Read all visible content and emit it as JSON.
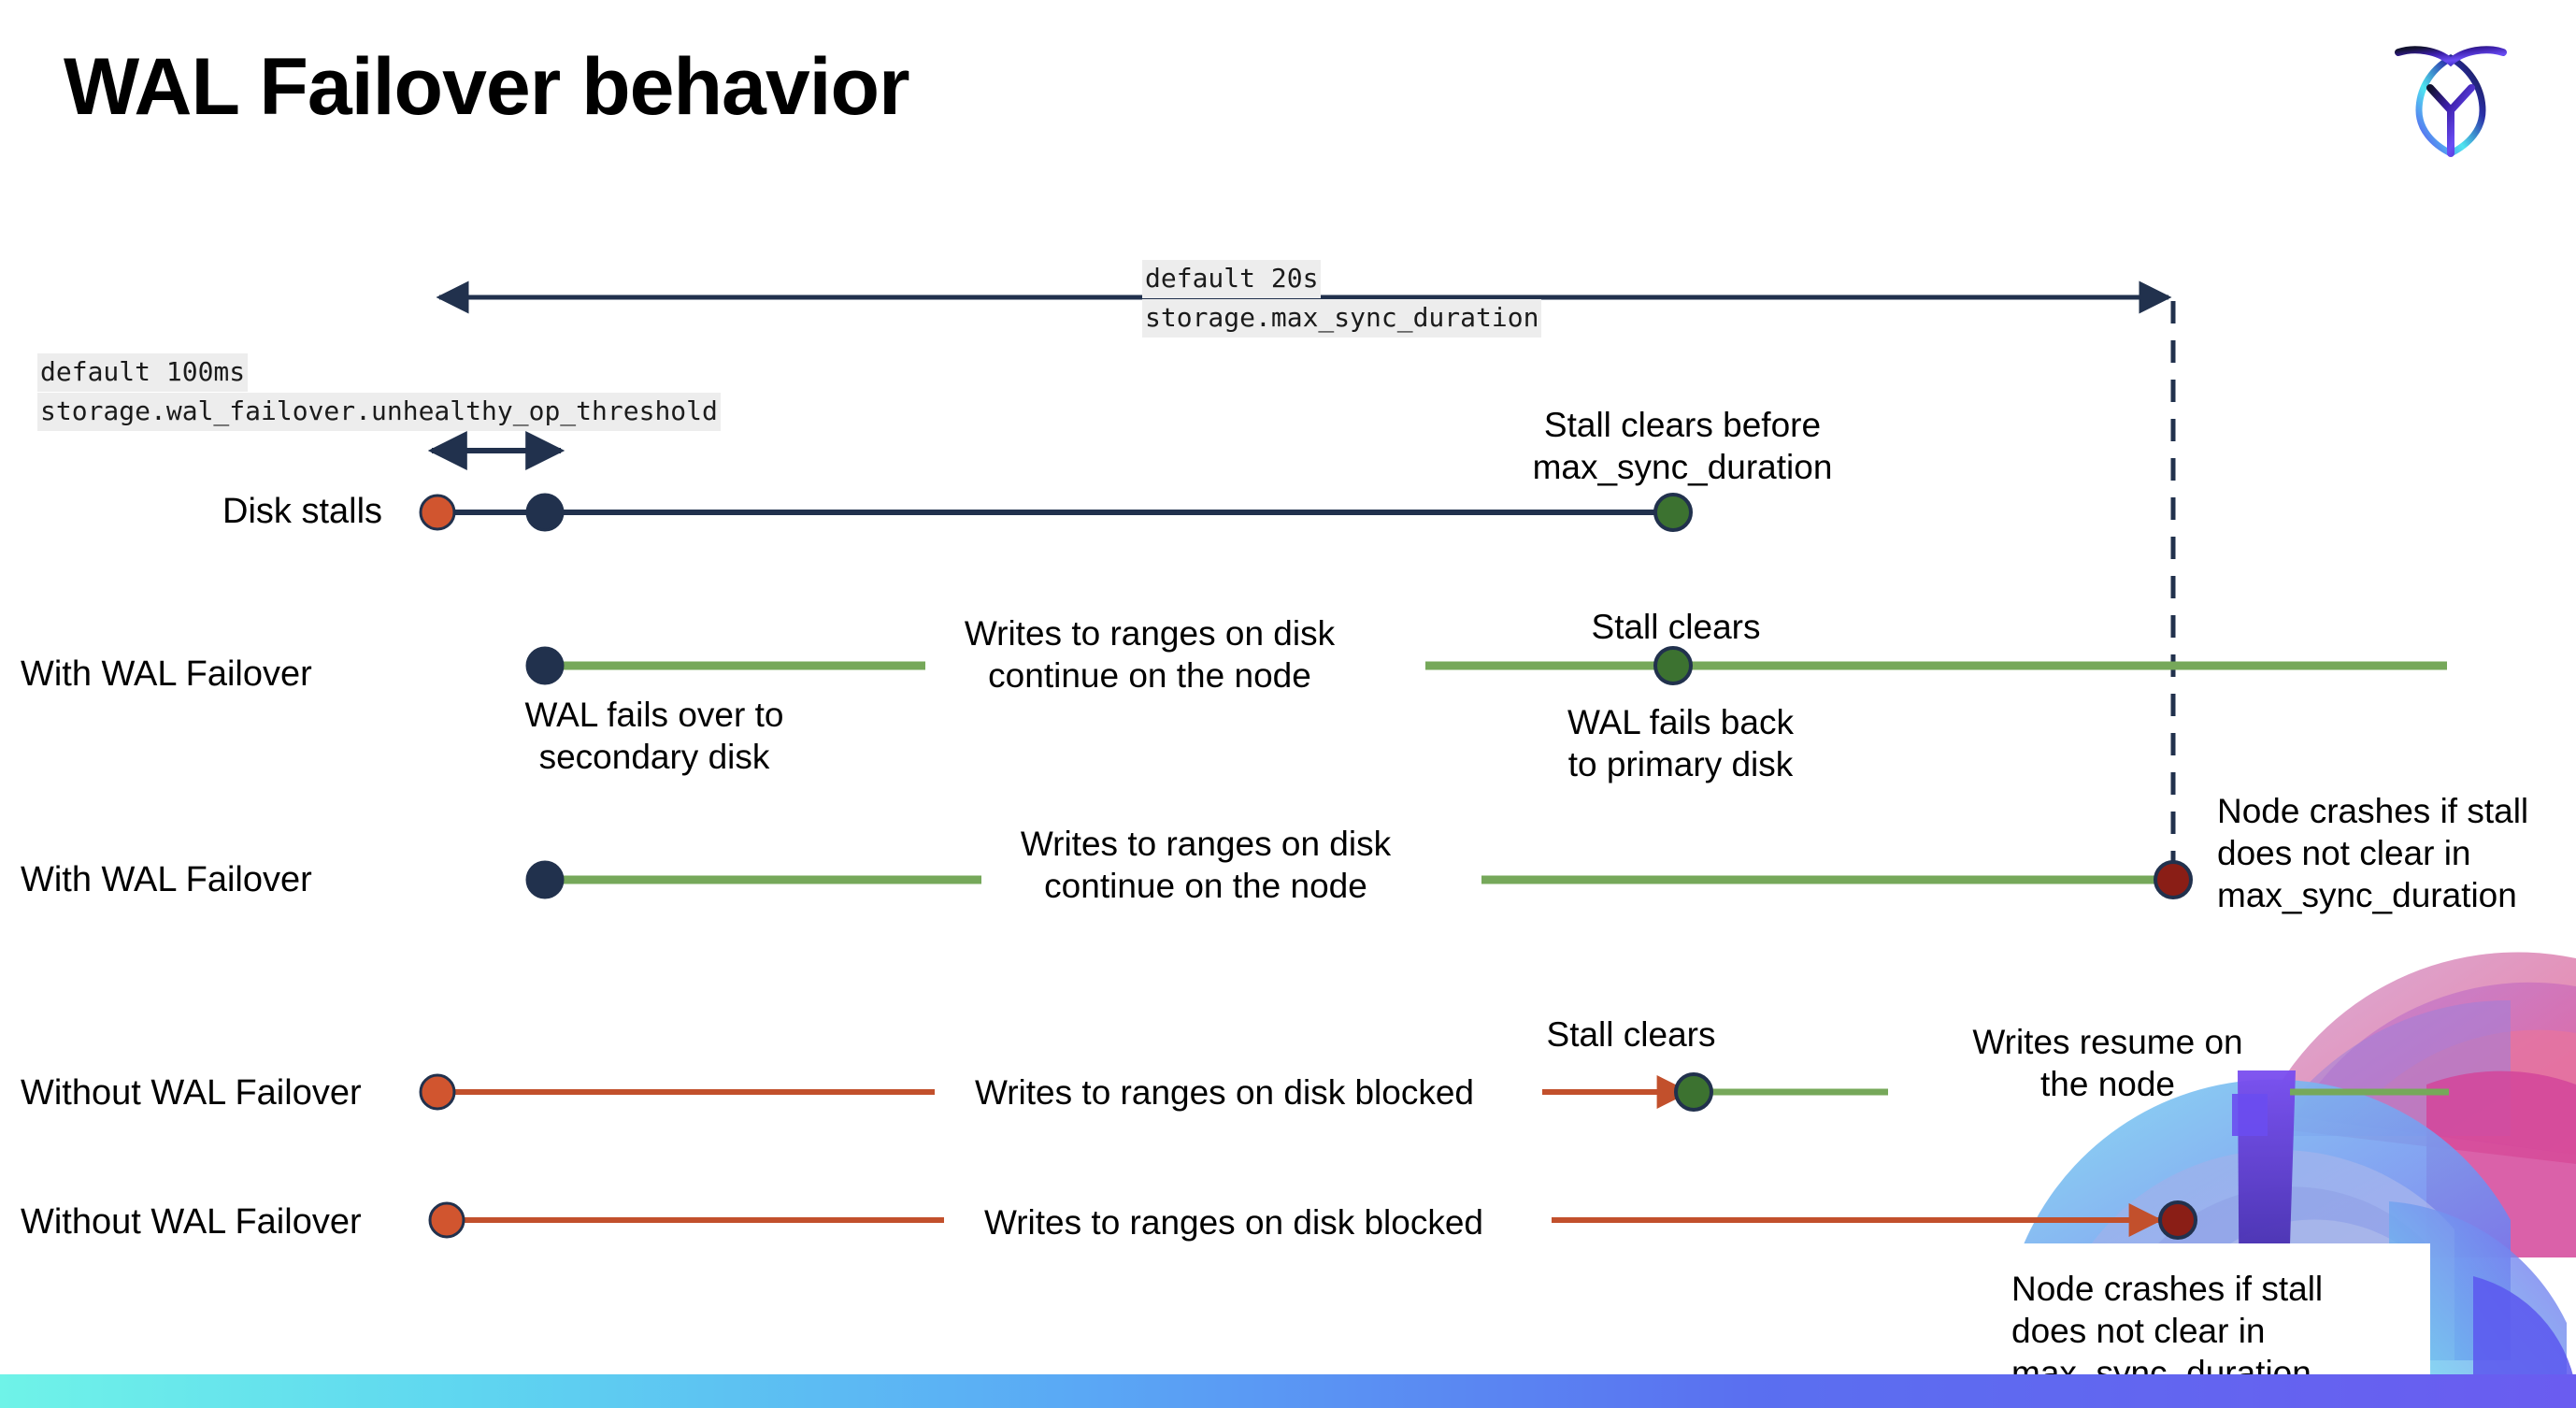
{
  "slide": {
    "title": "WAL Failover behavior",
    "logo_name": "cockroachdb-logo"
  },
  "colors": {
    "navy": "#21314d",
    "green_line": "#76a85a",
    "green_dot": "#3c7230",
    "orange": "#c2502c",
    "orange_dot": "#d1552f",
    "dark_red_dot": "#8a1e16",
    "code_bg": "#ededed",
    "text": "#000000"
  },
  "settings": {
    "max_sync": {
      "default_label": "default 20s",
      "setting_label": "storage.max_sync_duration"
    },
    "unhealthy_op": {
      "default_label": "default 100ms",
      "setting_label": "storage.wal_failover.unhealthy_op_threshold"
    }
  },
  "rows": [
    {
      "id": "disk-stalls",
      "label": "Disk stalls",
      "annotations": [
        {
          "id": "stall-clears-before",
          "text": "Stall clears before\nmax_sync_duration"
        }
      ]
    },
    {
      "id": "with-wal-failover-clears",
      "label": "With WAL Failover",
      "annotations": [
        {
          "id": "writes-continue",
          "text": "Writes to ranges on disk\ncontinue on the node"
        },
        {
          "id": "wal-fails-over",
          "text": "WAL fails over to\nsecondary disk"
        },
        {
          "id": "stall-clears",
          "text": "Stall clears"
        },
        {
          "id": "wal-fails-back",
          "text": "WAL fails  back\nto primary disk"
        }
      ]
    },
    {
      "id": "with-wal-failover-crash",
      "label": "With WAL Failover",
      "annotations": [
        {
          "id": "writes-continue-2",
          "text": "Writes to ranges on disk\ncontinue on the node"
        },
        {
          "id": "node-crashes-1",
          "text": "Node crashes if stall\ndoes not clear in\nmax_sync_duration"
        }
      ]
    },
    {
      "id": "without-wal-failover-clears",
      "label": "Without WAL Failover",
      "annotations": [
        {
          "id": "writes-blocked",
          "text": "Writes to ranges on disk  blocked"
        },
        {
          "id": "stall-clears-2",
          "text": "Stall clears"
        },
        {
          "id": "writes-resume",
          "text": "Writes resume on\nthe node"
        }
      ]
    },
    {
      "id": "without-wal-failover-crash",
      "label": "Without WAL Failover",
      "annotations": [
        {
          "id": "writes-blocked-2",
          "text": "Writes to ranges on disk  blocked"
        },
        {
          "id": "node-crashes-2",
          "text": "Node crashes if stall\ndoes not clear in\nmax_sync_duration"
        }
      ]
    }
  ]
}
